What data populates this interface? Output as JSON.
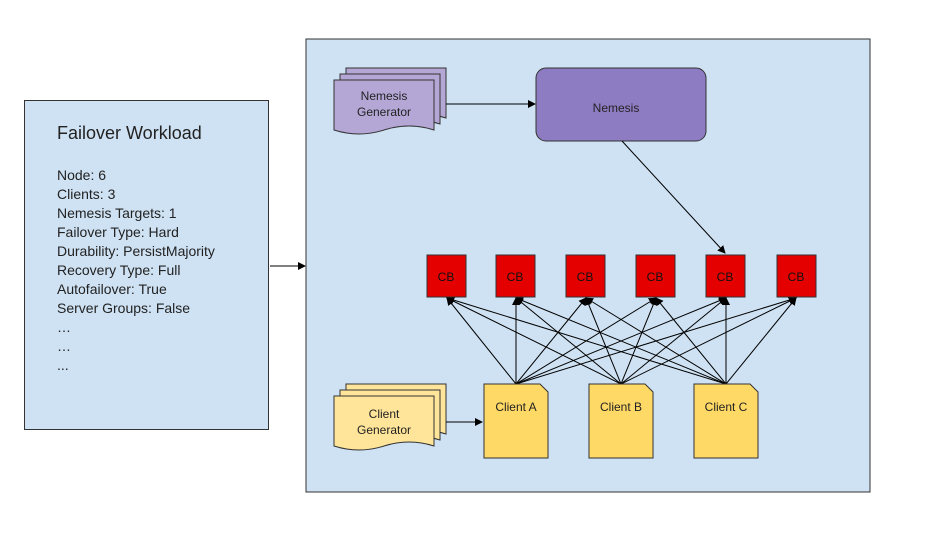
{
  "workload": {
    "title": "Failover Workload",
    "lines": [
      "Node: 6",
      "Clients: 3",
      "Nemesis Targets: 1",
      "Failover Type: Hard",
      "Durability: PersistMajority",
      "Recovery Type: Full",
      "Autofailover: True",
      "Server Groups: False",
      "…",
      "…",
      "..."
    ]
  },
  "nemesis_generator": {
    "line1": "Nemesis",
    "line2": "Generator"
  },
  "nemesis": {
    "label": "Nemesis"
  },
  "client_generator": {
    "line1": "Client",
    "line2": "Generator"
  },
  "cb_nodes": [
    "CB",
    "CB",
    "CB",
    "CB",
    "CB",
    "CB"
  ],
  "clients": [
    "Client A",
    "Client B",
    "Client C"
  ],
  "colors": {
    "panel": "#cfe2f3",
    "nemesis": "#8e7cc3",
    "nemesis_generator": "#b4a7d6",
    "cb": "#e50000",
    "client": "#ffd966"
  }
}
